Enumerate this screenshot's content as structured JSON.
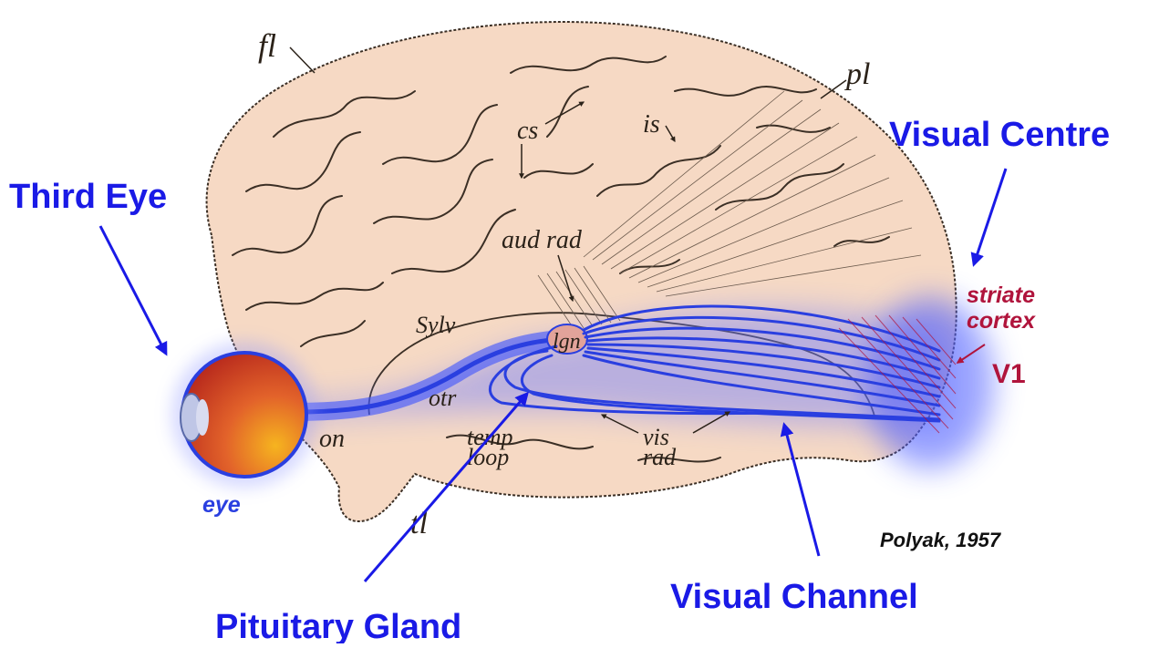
{
  "callouts": {
    "third_eye": "Third Eye",
    "visual_centre": "Visual Centre",
    "pituitary_gland": "Pituitary Gland",
    "visual_channel": "Visual Channel"
  },
  "anatomy_labels": {
    "fl": "fl",
    "cs": "cs",
    "is": "is",
    "pl": "pl",
    "aud_rad": "aud rad",
    "sylv": "Sylv",
    "lgn": "lgn",
    "otr": "otr",
    "on": "on",
    "temp": "temp",
    "loop": "loop",
    "vis": "vis",
    "rad": "rad",
    "tl": "tl"
  },
  "cortex_labels": {
    "striate": "striate",
    "cortex": "cortex",
    "v1": "V1"
  },
  "eye_label": "eye",
  "citation": "Polyak, 1957",
  "colors": {
    "callout_blue": "#1a1ae6",
    "pathway_blue": "#2a3fe0",
    "glow_blue": "#6f7dff",
    "brain_fill": "#f6d9c4",
    "brain_outline": "#3b2f25",
    "cortex_red": "#b0143c",
    "eye_red": "#c42a1e",
    "eye_orange": "#f3a51e"
  }
}
